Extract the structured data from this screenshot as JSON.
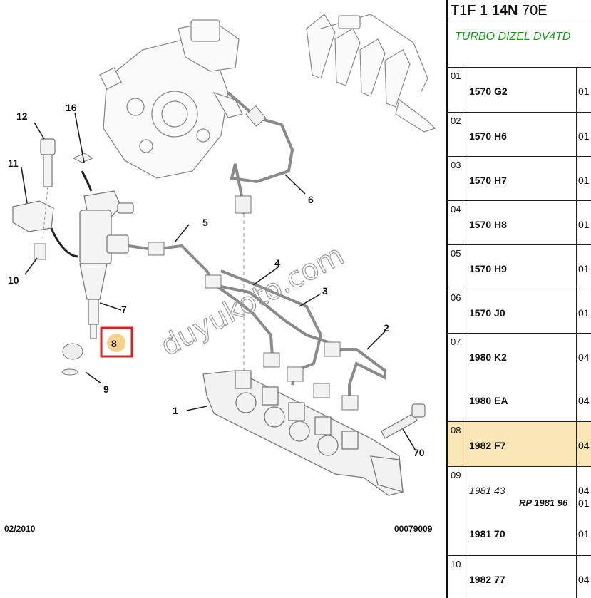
{
  "diagram": {
    "labels": {
      "l1": "1",
      "l2": "2",
      "l3": "3",
      "l4": "4",
      "l5": "5",
      "l6": "6",
      "l7": "7",
      "l8": "8",
      "l9": "9",
      "l10": "10",
      "l11": "11",
      "l12": "12",
      "l16": "16",
      "l70": "70"
    },
    "date": "02/2010",
    "doc_number": "00079009",
    "watermark": "duyukoto.com",
    "highlighted_part": "8",
    "highlight_color": "#e02020"
  },
  "panel": {
    "title_a": "T1F 1 ",
    "title_b": "14N",
    "title_c": " 70E",
    "engine": "TÜRBO DİZEL DV4TD",
    "engine_color": "#1a9a1a",
    "row_highlight_color": "#fbe6b5",
    "rows": [
      {
        "num": "01",
        "codes": [
          "1570 G2"
        ],
        "qty": [
          "01"
        ]
      },
      {
        "num": "02",
        "codes": [
          "1570 H6"
        ],
        "qty": [
          "01"
        ]
      },
      {
        "num": "03",
        "codes": [
          "1570 H7"
        ],
        "qty": [
          "01"
        ]
      },
      {
        "num": "04",
        "codes": [
          "1570 H8"
        ],
        "qty": [
          "01"
        ]
      },
      {
        "num": "05",
        "codes": [
          "1570 H9"
        ],
        "qty": [
          "01"
        ]
      },
      {
        "num": "06",
        "codes": [
          "1570 J0"
        ],
        "qty": [
          "01"
        ]
      },
      {
        "num": "07",
        "codes": [
          "1980 K2",
          "1980 EA"
        ],
        "qty": [
          "04",
          "04"
        ]
      },
      {
        "num": "08",
        "codes": [
          "1982 F7"
        ],
        "qty": [
          "04"
        ]
      },
      {
        "num": "09",
        "codes": [
          "1981 43",
          "1981 70"
        ],
        "rp": "RP 1981 96",
        "qty": [
          "04",
          "01",
          "01"
        ]
      },
      {
        "num": "10",
        "codes": [
          "1982 77"
        ],
        "qty": [
          "04"
        ]
      }
    ]
  }
}
